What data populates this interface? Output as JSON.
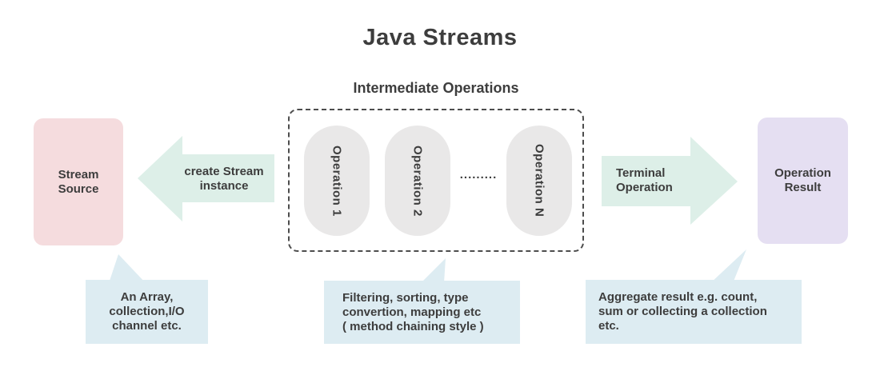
{
  "diagram": {
    "title": "Java Streams",
    "source_box": {
      "label": "Stream\nSource"
    },
    "create_arrow": {
      "label": "create Stream\ninstance"
    },
    "intermediate": {
      "label": "Intermediate Operations",
      "operations": [
        "Operation 1",
        "Operation 2",
        "Operation N"
      ],
      "ellipsis": "........."
    },
    "terminal_arrow": {
      "label": "Terminal\nOperation"
    },
    "result_box": {
      "label": "Operation\nResult"
    },
    "callouts": [
      {
        "text": "An Array,\ncollection,I/O\nchannel etc."
      },
      {
        "text": "Filtering, sorting, type\nconvertion, mapping etc\n( method chaining style )"
      },
      {
        "text": "Aggregate result e.g. count,\nsum or collecting a collection\netc."
      }
    ],
    "colors": {
      "text": "#3d3d3d",
      "source_box_bg": "#f5dcde",
      "arrow_bg": "#ddefe8",
      "pill_bg": "#e9e8e8",
      "result_box_bg": "#e5dff2",
      "callout_bg": "#ddecf2",
      "dashed_border": "#4d4d4d"
    }
  }
}
